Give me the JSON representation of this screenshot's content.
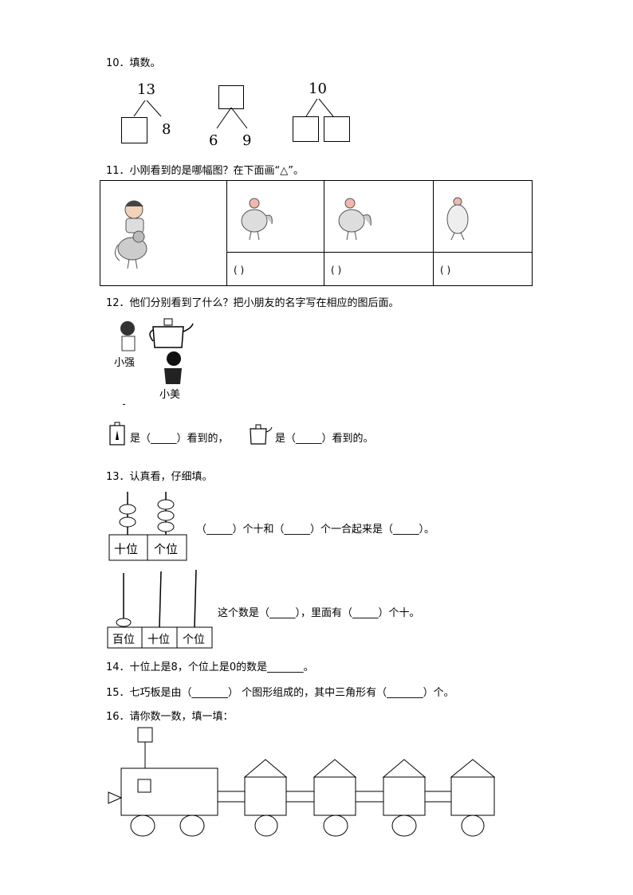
{
  "q10": {
    "title": "10．填数。",
    "t1": {
      "top": "13",
      "right": "8"
    },
    "t2": {
      "left": "6",
      "right": "9"
    },
    "t3": {
      "top": "10"
    }
  },
  "q11": {
    "title": "11．小刚看到的是哪幅图？在下面画“△”。",
    "parens": [
      "(     )",
      "(     )",
      "(     )"
    ]
  },
  "q12": {
    "title": "12．他们分别看到了什么？把小朋友的名字写在相应的图后面。",
    "name1": "小强",
    "name2": "小美",
    "is1": "是（_____）看到的，",
    "is2": "是（_____）看到的。"
  },
  "q13": {
    "title": "13．认真看，仔细填。",
    "abacus1_labels": [
      "十位",
      "个位"
    ],
    "line1": "（_____）个十和（_____）个一合起来是（_____）。",
    "abacus2_labels": [
      "百位",
      "十位",
      "个位"
    ],
    "line2": "这个数是（_____），里面有（_____）个十。"
  },
  "q14": {
    "title": "14．十位上是8，个位上是0的数是_______。"
  },
  "q15": {
    "title": "15．七巧板是由（_______） 个图形组成的，其中三角形有（_______）个。"
  },
  "q16": {
    "title": "16．请你数一数，填一填："
  }
}
